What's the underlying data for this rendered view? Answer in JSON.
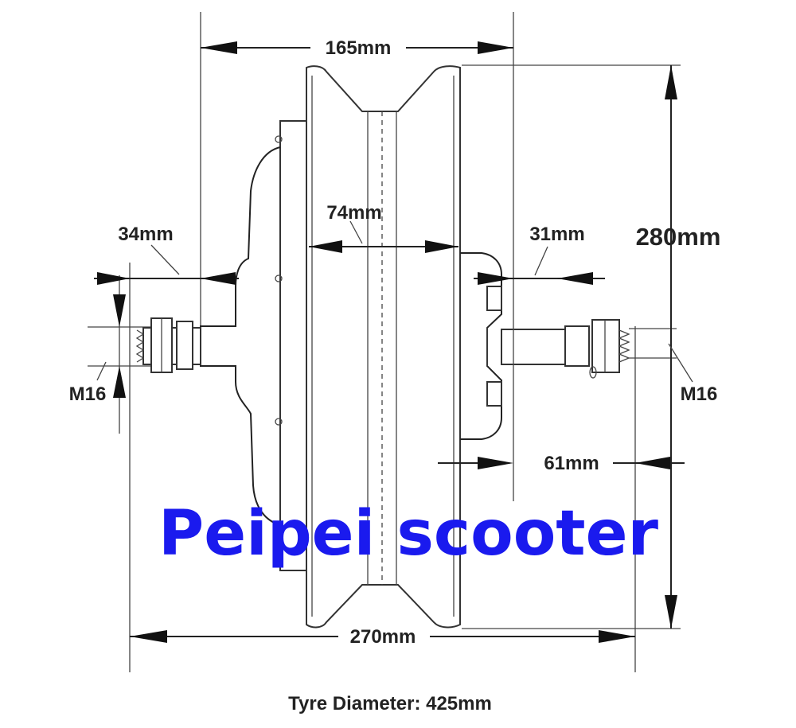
{
  "dimensions": {
    "top_width": "165mm",
    "rim_width": "74mm",
    "left_axle": "34mm",
    "right_axle": "31mm",
    "height": "280mm",
    "left_thread": "M16",
    "right_thread": "M16",
    "right_span": "61mm",
    "bottom_width": "270mm"
  },
  "watermark": "Peipei scooter",
  "caption": "Tyre Diameter: 425mm",
  "colors": {
    "line": "#222222",
    "watermark": "#1a1aee",
    "background": "#ffffff"
  }
}
